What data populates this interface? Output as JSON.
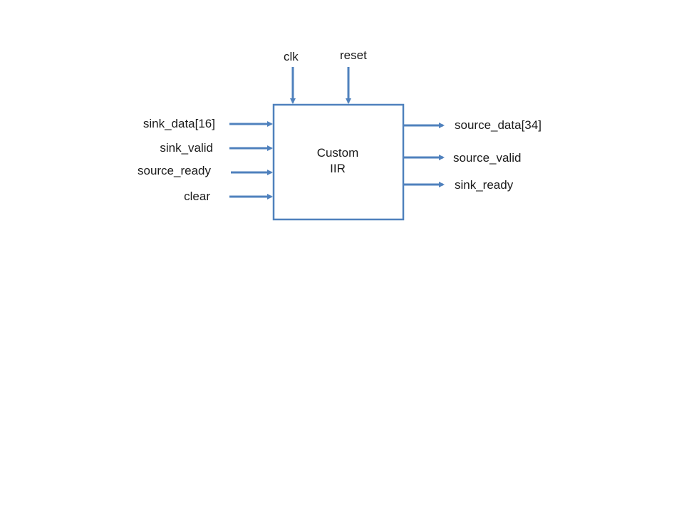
{
  "block": {
    "line1": "Custom",
    "line2": "IIR"
  },
  "inputs_top": [
    {
      "label": "clk"
    },
    {
      "label": "reset"
    }
  ],
  "inputs_left": [
    {
      "label": "sink_data[16]"
    },
    {
      "label": "sink_valid"
    },
    {
      "label": "source_ready"
    },
    {
      "label": "clear"
    }
  ],
  "outputs_right": [
    {
      "label": "source_data[34]"
    },
    {
      "label": "source_valid"
    },
    {
      "label": "sink_ready"
    }
  ],
  "colors": {
    "stroke": "#4f81bd",
    "text": "#1a1a1a",
    "background": "#ffffff"
  }
}
